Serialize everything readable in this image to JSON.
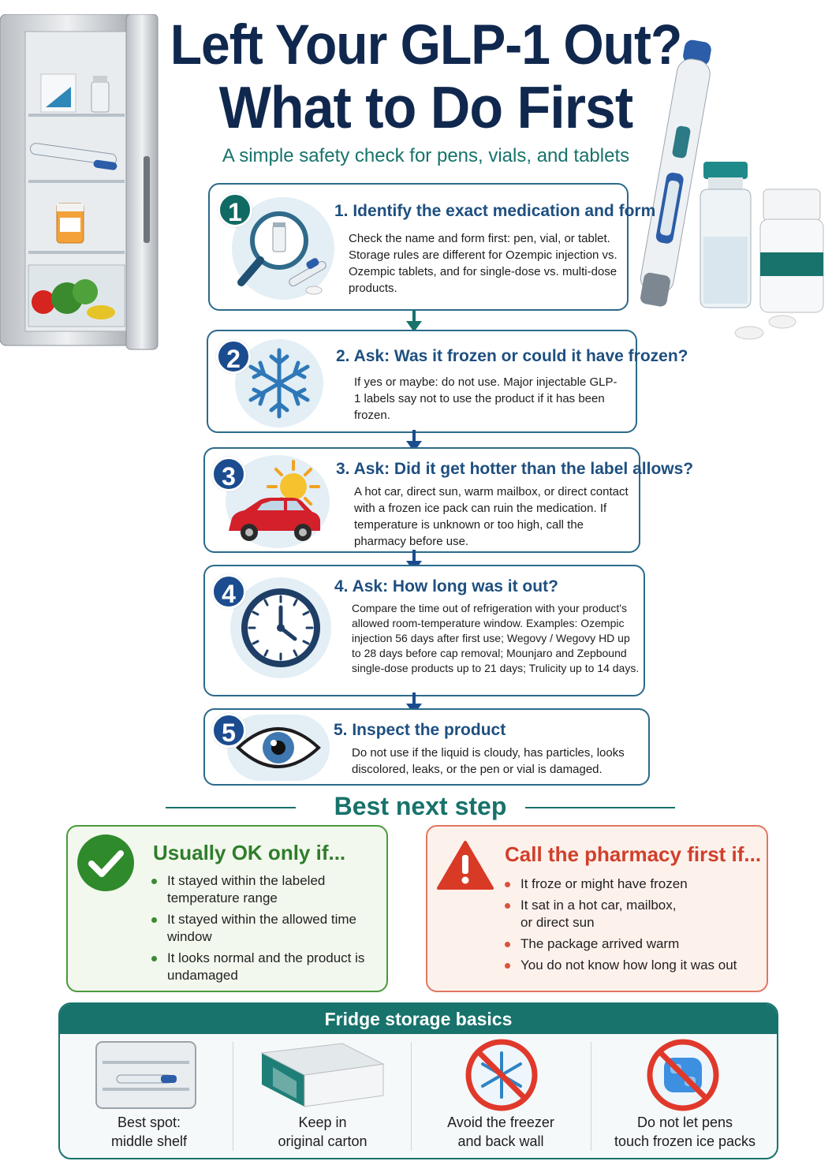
{
  "header": {
    "title_line1": "Left Your GLP-1 Out?",
    "title_line2": "What to Do First",
    "subtitle": "A simple safety check for pens, vials, and tablets"
  },
  "steps": [
    {
      "number": "1",
      "title": "1. Identify the exact medication and form",
      "body": "Check the name and form first: pen, vial, or tablet. Storage rules are different for Ozempic injection vs. Ozempic tablets, and for single-dose vs. multi-dose products.",
      "icon": "magnifier-vial-icon"
    },
    {
      "number": "2",
      "title": "2. Ask: Was it frozen or could it have frozen?",
      "body": "If yes or maybe: do not use. Major injectable GLP-1 labels say not to use the product if it has been frozen.",
      "icon": "snowflake-icon"
    },
    {
      "number": "3",
      "title": "3. Ask: Did it get hotter than the label allows?",
      "body": "A hot car, direct sun, warm mailbox, or direct contact with a frozen ice pack can ruin the medication. If temperature is unknown or too high, call the pharmacy before use.",
      "icon": "sun-car-icon"
    },
    {
      "number": "4",
      "title": "4. Ask: How long was it out?",
      "body": "Compare the time out of refrigeration with your product's allowed room-temperature window. Examples: Ozempic injection 56 days after first use; Wegovy / Wegovy HD up to 28 days before cap removal; Mounjaro and Zepbound single-dose products up to 21 days; Trulicity up to 14 days.",
      "icon": "clock-icon"
    },
    {
      "number": "5",
      "title": "5. Inspect the product",
      "body": "Do not use if the liquid is cloudy, has particles, looks discolored, leaks, or the pen or vial is damaged.",
      "icon": "eye-icon"
    }
  ],
  "best_next_step": "Best next step",
  "ok_box": {
    "title": "Usually OK only if...",
    "items": [
      "It stayed within the labeled temperature range",
      "It stayed within the allowed time window",
      "It looks normal and the product is undamaged"
    ]
  },
  "call_box": {
    "title": "Call the pharmacy first if...",
    "items": [
      "It froze or might have frozen",
      "It sat in a hot car, mailbox, or direct sun",
      "The package arrived warm",
      "You do not know how long it was out"
    ]
  },
  "fridge_basics": {
    "title": "Fridge storage basics",
    "items": [
      {
        "label_line1": "Best spot:",
        "label_line2": "middle shelf"
      },
      {
        "label_line1": "Keep in",
        "label_line2": "original carton"
      },
      {
        "label_line1": "Avoid the freezer",
        "label_line2": "and back wall"
      },
      {
        "label_line1": "Do not let pens",
        "label_line2": "touch frozen ice packs"
      }
    ]
  },
  "colors": {
    "navy": "#10284e",
    "teal": "#17736b",
    "step_blue": "#1e4f80",
    "green": "#2f7d2b",
    "red": "#d0402b"
  }
}
